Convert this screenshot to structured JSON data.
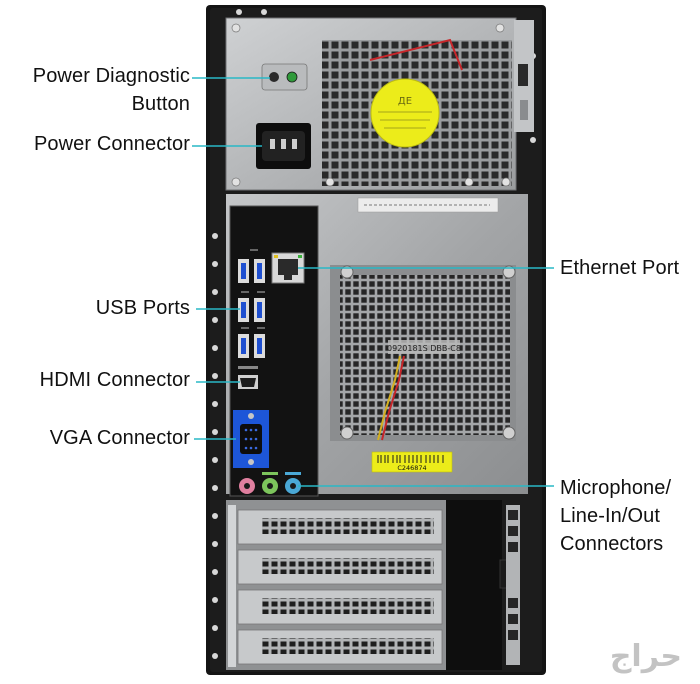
{
  "labels": {
    "power_diagnostic_line1": "Power Diagnostic",
    "power_diagnostic_line2": "Button",
    "power_connector": "Power Connector",
    "usb_ports": "USB Ports",
    "hdmi_connector": "HDMI Connector",
    "vga_connector": "VGA Connector",
    "ethernet_port": "Ethernet Port",
    "audio_line1": "Microphone/",
    "audio_line2": "Line-In/Out",
    "audio_line3": "Connectors"
  },
  "psu_sticker_text": "ДЕ",
  "fan_label_text": "0920181S DBB-C8",
  "barcode_text": "C246874",
  "watermark": "حراج",
  "colors": {
    "callout_line": "#29b8c6",
    "case_black": "#141414",
    "steel": "#a7a9ab",
    "sticker_yellow": "#ecec1a",
    "usb_blue": "#1e4fd0",
    "vga_blue": "#1d56d8",
    "audio_pink": "#e07f9f",
    "audio_green": "#7cc45c",
    "audio_blue": "#4aa8d6"
  }
}
